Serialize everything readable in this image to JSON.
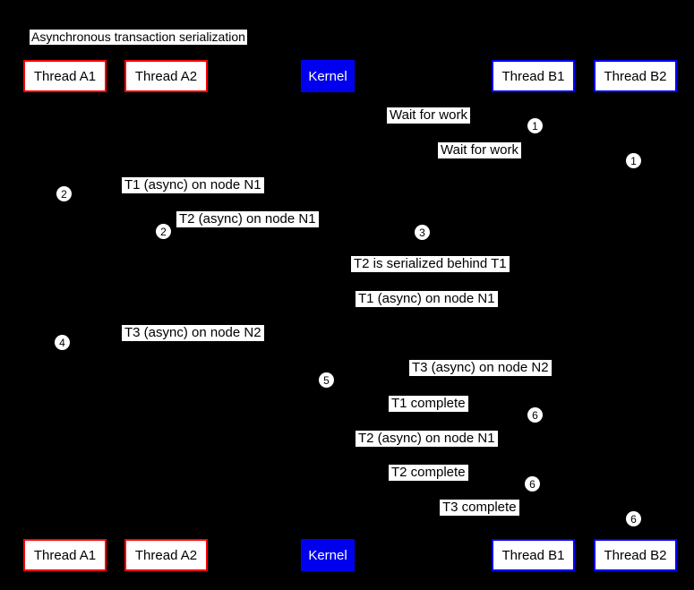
{
  "title": "Asynchronous transaction serialization",
  "colors": {
    "background": "#000000",
    "red_actor_border": "#ff0000",
    "blue_actor_border": "#0000ff",
    "kernel_fill": "#0000ee",
    "label_bg": "#ffffff",
    "label_text": "#000000",
    "kernel_text": "#ffffff"
  },
  "actors": {
    "top": [
      {
        "label": "Thread A1"
      },
      {
        "label": "Thread A2"
      },
      {
        "label": "Kernel"
      },
      {
        "label": "Thread B1"
      },
      {
        "label": "Thread B2"
      }
    ],
    "bottom": [
      {
        "label": "Thread A1"
      },
      {
        "label": "Thread A2"
      },
      {
        "label": "Kernel"
      },
      {
        "label": "Thread B1"
      },
      {
        "label": "Thread B2"
      }
    ]
  },
  "messages": [
    {
      "text": "Wait for work",
      "from": "Thread B1",
      "to": "Kernel"
    },
    {
      "text": "Wait for work",
      "from": "Thread B2",
      "to": "Kernel"
    },
    {
      "text": "T1 (async) on node N1",
      "from": "Thread A1",
      "to": "Kernel"
    },
    {
      "text": "T2 (async) on node N1",
      "from": "Thread A2",
      "to": "Kernel"
    },
    {
      "text": "T2 is serialized behind T1",
      "from": "Kernel",
      "to": "Kernel"
    },
    {
      "text": "T1 (async) on node N1",
      "from": "Kernel",
      "to": "Thread B1"
    },
    {
      "text": "T3 (async) on node N2",
      "from": "Thread A1",
      "to": "Kernel"
    },
    {
      "text": "T3 (async) on node N2",
      "from": "Kernel",
      "to": "Thread B2"
    },
    {
      "text": "T1 complete",
      "from": "Thread B1",
      "to": "Kernel"
    },
    {
      "text": "T2 (async) on node N1",
      "from": "Kernel",
      "to": "Thread B1"
    },
    {
      "text": "T2 complete",
      "from": "Thread B1",
      "to": "Kernel"
    },
    {
      "text": "T3 complete",
      "from": "Thread B2",
      "to": "Kernel"
    }
  ],
  "steps": [
    {
      "n": "1"
    },
    {
      "n": "1"
    },
    {
      "n": "2"
    },
    {
      "n": "2"
    },
    {
      "n": "3"
    },
    {
      "n": "4"
    },
    {
      "n": "5"
    },
    {
      "n": "6"
    },
    {
      "n": "6"
    },
    {
      "n": "6"
    }
  ]
}
